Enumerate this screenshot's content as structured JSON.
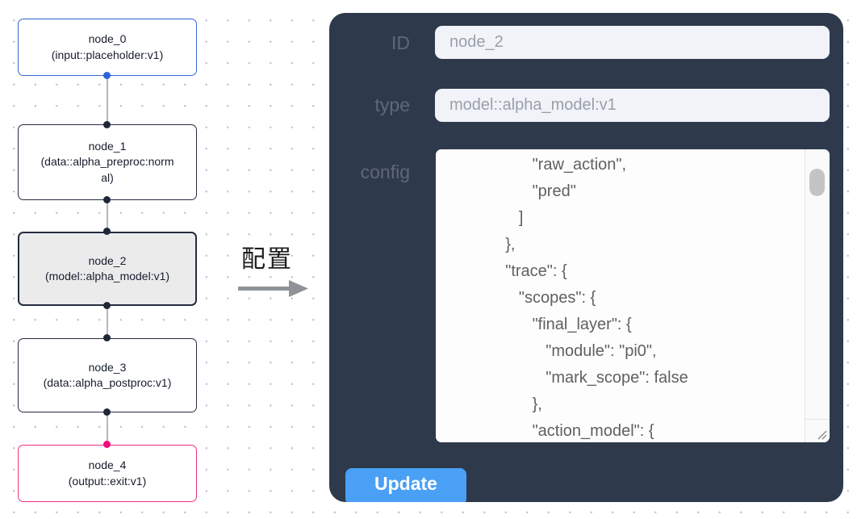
{
  "graph": {
    "nodes": [
      {
        "id": "node_0",
        "title": "node_0",
        "subtitle": "(input::placeholder:v1)",
        "role": "input"
      },
      {
        "id": "node_1",
        "title": "node_1",
        "subtitle": "(data::alpha_preproc:normal)",
        "role": "process"
      },
      {
        "id": "node_2",
        "title": "node_2",
        "subtitle": "(model::alpha_model:v1)",
        "role": "model",
        "selected": true
      },
      {
        "id": "node_3",
        "title": "node_3",
        "subtitle": "(data::alpha_postproc:v1)",
        "role": "process"
      },
      {
        "id": "node_4",
        "title": "node_4",
        "subtitle": "(output::exit:v1)",
        "role": "output"
      }
    ],
    "colors": {
      "input_accent": "#3066d6",
      "default_border": "#242c3e",
      "output_accent": "#ed2f80",
      "selected_fill": "#ebebec",
      "edge": "#b5b8c0"
    }
  },
  "transfer": {
    "label": "配置"
  },
  "config_panel": {
    "fields": [
      {
        "label": "ID",
        "value": "node_2"
      },
      {
        "label": "type",
        "value": "model::alpha_model:v1"
      }
    ],
    "config_label": "config",
    "config_lines": [
      "          \"raw_action\",",
      "          \"pred\"",
      "       ]",
      "    },",
      "    \"trace\": {",
      "       \"scopes\": {",
      "          \"final_layer\": {",
      "             \"module\": \"pi0\",",
      "             \"mark_scope\": false",
      "          },",
      "          \"action_model\": {"
    ],
    "update_label": "Update",
    "colors": {
      "panel_bg": "#2e3a4c",
      "field_bg": "#f1f3f8",
      "button_bg": "#49a0f4",
      "label_text": "#5f6876"
    }
  }
}
